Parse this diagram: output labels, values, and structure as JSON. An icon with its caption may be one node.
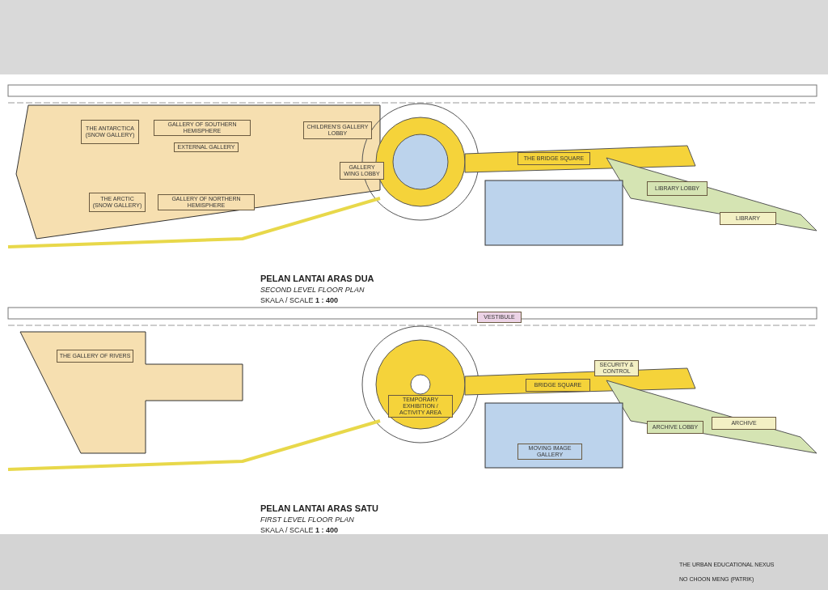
{
  "diagram": {
    "nodes": [
      {
        "text": [
          "THE ANTARCTICA (SNOW GALLERY)"
        ]
      },
      {
        "text": [
          "GALLERY OF SOUTHERN HEMISPHERE"
        ]
      },
      {
        "text": [
          "EXTERNAL GALLERY"
        ]
      },
      {
        "text": [
          "CHILDREN'S GALLERY LOBBY"
        ]
      },
      {
        "text": [
          "THE ARCTIC (SNOW GALLERY)"
        ]
      },
      {
        "text": [
          "GALLERY OF NORTHERN HEMISPHERE"
        ]
      },
      {
        "text": [
          "GALLERY WING LOBBY"
        ]
      },
      {
        "text": [
          "THE BRIDGE SQUARE"
        ]
      },
      {
        "text": [
          "LIBRARY LOBBY"
        ]
      },
      {
        "text": [
          "LIBRARY"
        ]
      },
      {
        "text": [
          "THE GALLERY OF RIVERS"
        ]
      },
      {
        "text": [
          "VESTIBULE"
        ]
      },
      {
        "text": [
          "TEMPORARY EXHIBITION / ACTIVITY AREA"
        ]
      },
      {
        "text": [
          "BRIDGE SQUARE"
        ]
      },
      {
        "text": [
          "SECURITY & CONTROL"
        ]
      },
      {
        "text": [
          "MOVING IMAGE GALLERY"
        ]
      },
      {
        "text": [
          "ARCHIVE LOBBY"
        ]
      },
      {
        "text": [
          "ARCHIVE"
        ]
      }
    ],
    "labels": [
      "PELAN LANTAI ARAS DUA",
      "SECOND LEVEL FLOOR PLAN",
      "SKALA / SCALE",
      "1 : 400",
      "PELAN LANTAI ARAS SATU",
      "FIRST LEVEL FLOOR PLAN",
      "SKALA / SCALE",
      "1 : 400",
      "THE URBAN EDUCATIONAL NEXUS",
      "NO CHOON MENG (PATRIK)"
    ]
  }
}
